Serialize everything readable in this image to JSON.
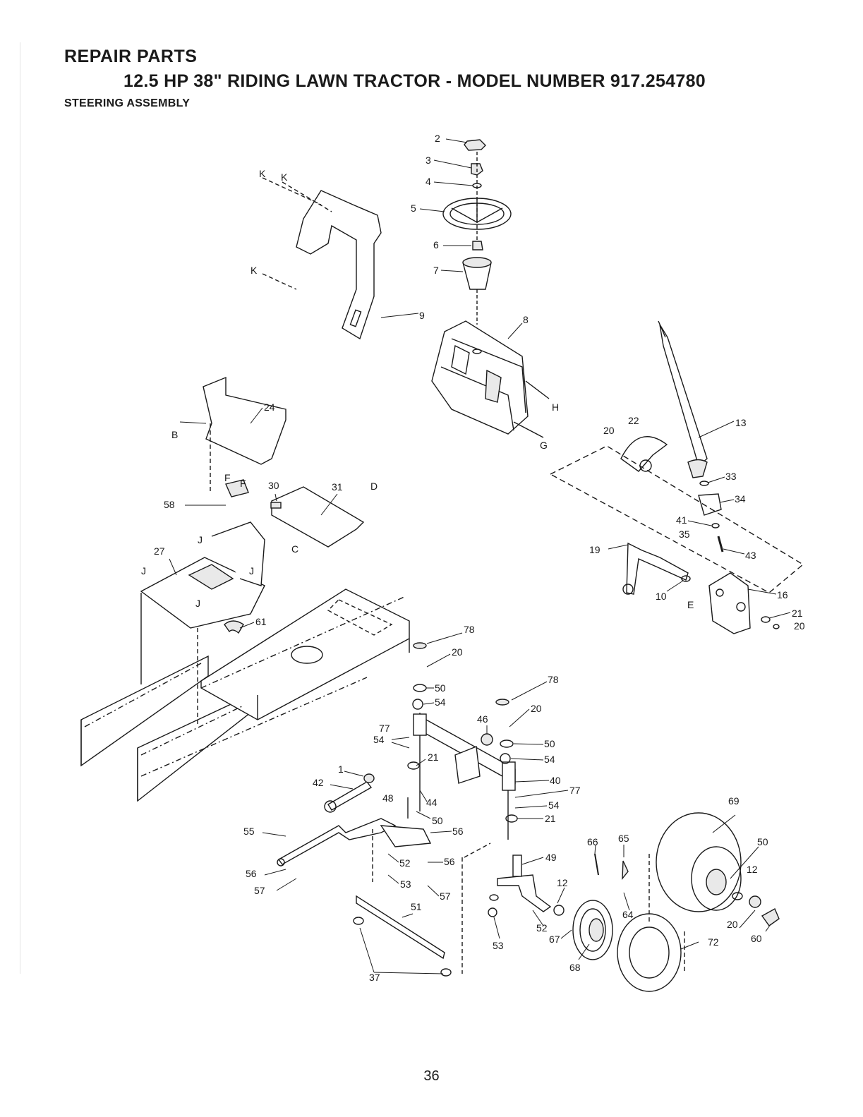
{
  "header": {
    "section": "REPAIR PARTS",
    "model_title": "12.5 HP 38\" RIDING LAWN TRACTOR - MODEL NUMBER 917.254780",
    "assembly": "STEERING ASSEMBLY"
  },
  "callouts": [
    "2",
    "3",
    "4",
    "5",
    "6",
    "7",
    "8",
    "9",
    "K",
    "K",
    "K",
    "24",
    "B",
    "H",
    "G",
    "13",
    "22",
    "20",
    "33",
    "34",
    "41",
    "35",
    "43",
    "19",
    "10",
    "E",
    "16",
    "21",
    "20",
    "F",
    "F",
    "58",
    "30",
    "31",
    "D",
    "J",
    "27",
    "J",
    "J",
    "J",
    "C",
    "61",
    "78",
    "20",
    "50",
    "54",
    "78",
    "20",
    "46",
    "77",
    "54",
    "50",
    "21",
    "54",
    "1",
    "40",
    "42",
    "77",
    "44",
    "48",
    "54",
    "50",
    "21",
    "56",
    "55",
    "52",
    "56",
    "56",
    "53",
    "57",
    "57",
    "51",
    "37",
    "69",
    "66",
    "65",
    "50",
    "49",
    "12",
    "12",
    "64",
    "52",
    "53",
    "67",
    "20",
    "60",
    "72",
    "68"
  ],
  "page_number": "36",
  "colors": {
    "ink": "#1a1a1a",
    "paper": "#ffffff",
    "fill": "#e9e9e9"
  }
}
